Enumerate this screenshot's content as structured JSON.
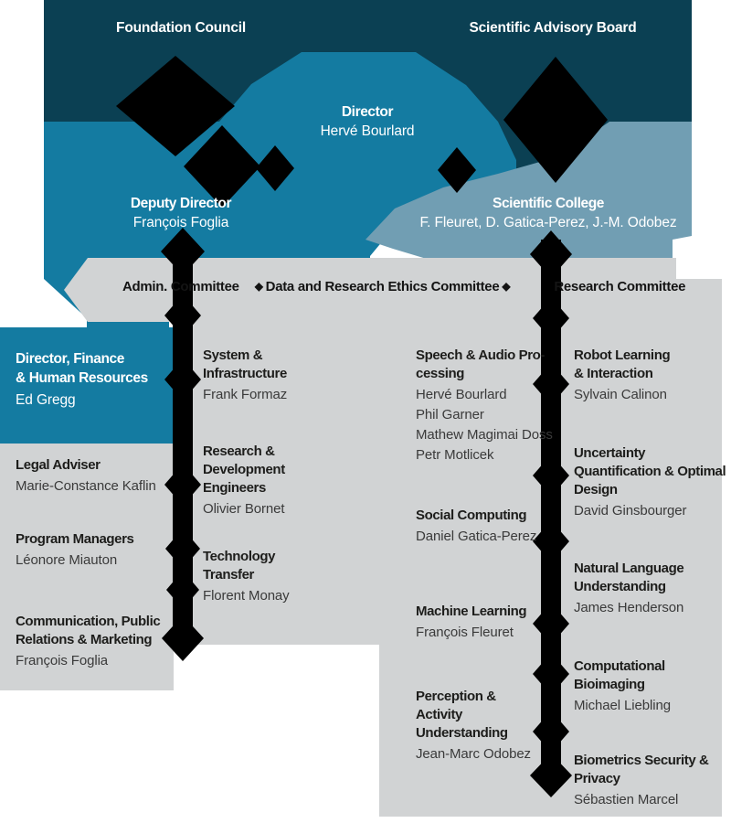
{
  "colors": {
    "dark_teal": "#0B4053",
    "teal": "#147BA1",
    "steel_blue": "#719EB3",
    "panel_gray": "#D1D3D4",
    "diamond_black": "#000000",
    "text_dark": "#1D1D1B",
    "text_white": "#FFFFFF"
  },
  "boards": {
    "foundation_council": "Foundation Council",
    "scientific_advisory_board": "Scientific Advisory Board"
  },
  "leadership": {
    "director": {
      "title": "Director",
      "name": "Hervé Bourlard"
    },
    "deputy_director": {
      "title": "Deputy Director",
      "name": "François Foglia"
    },
    "scientific_college": {
      "title": "Scientific College",
      "members": "F. Fleuret, D. Gatica-Perez, J.-M. Odobez"
    }
  },
  "committees": {
    "admin": "Admin. Committee",
    "ethics": "Data and Research Ethics Committee",
    "research": "Research Committee",
    "separator": "◆"
  },
  "admin_area": {
    "finance": {
      "t1": "Director, Finance",
      "t2": "& Human Resources",
      "name": "Ed Gregg"
    },
    "legal": {
      "t1": "Legal Adviser",
      "name": "Marie-Constance Kaflin"
    },
    "program": {
      "t1": "Program Managers",
      "name": "Léonore Miauton"
    },
    "communication": {
      "t1": "Communication, Public",
      "t2": "Relations & Marketing",
      "name": "François Foglia"
    }
  },
  "services": {
    "system": {
      "t1": "System &",
      "t2": "Infrastructure",
      "name": "Frank Formaz"
    },
    "rd_engineers": {
      "t1": "Research &",
      "t2": "Development",
      "t3": "Engineers",
      "name": "Olivier Bornet"
    },
    "tech_transfer": {
      "t1": "Technology",
      "t2": "Transfer",
      "name": "Florent Monay"
    }
  },
  "research_groups": {
    "speech": {
      "t1": "Speech & Audio Pro-",
      "t2": "cessing",
      "n1": "Hervé Bourlard",
      "n2": "Phil Garner",
      "n3": "Mathew Magimai Doss",
      "n4": "Petr Motlicek"
    },
    "social": {
      "t1": "Social Computing",
      "n1": "Daniel Gatica-Perez"
    },
    "machine_learning": {
      "t1": "Machine Learning",
      "n1": "François Fleuret"
    },
    "perception": {
      "t1": "Perception &",
      "t2": "Activity",
      "t3": "Understanding",
      "n1": "Jean-Marc Odobez"
    },
    "robot": {
      "t1": "Robot Learning",
      "t2": "& Interaction",
      "n1": "Sylvain Calinon"
    },
    "uncertainty": {
      "t1": "Uncertainty",
      "t2": "Quantification & Optimal",
      "t3": "Design",
      "n1": "David Ginsbourger"
    },
    "nlu": {
      "t1": "Natural Language",
      "t2": "Understanding",
      "n1": "James Henderson"
    },
    "bioimaging": {
      "t1": "Computational",
      "t2": "Bioimaging",
      "n1": "Michael Liebling"
    },
    "biometrics": {
      "t1": "Biometrics Security &",
      "t2": "Privacy",
      "n1": "Sébastien Marcel"
    }
  }
}
